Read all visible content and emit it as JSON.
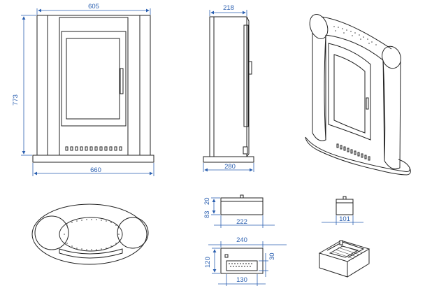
{
  "colors": {
    "dimension": "#2a5fb0",
    "outline": "#222222",
    "background": "#ffffff"
  },
  "dimensions": {
    "front_width_top": "605",
    "front_height": "773",
    "front_base_width": "660",
    "side_depth_top": "218",
    "side_base_depth": "280",
    "burner_height_a": "83",
    "burner_height_b": "20",
    "burner_width": "222",
    "burner_end_width": "101",
    "burner_top_width": "240",
    "burner_top_height": "120",
    "burner_slot_width": "130",
    "burner_slot_height": "30"
  },
  "views": [
    "front-view",
    "side-view",
    "isometric-view",
    "top-view",
    "burner-side-view",
    "burner-end-view",
    "burner-top-view",
    "burner-isometric-view"
  ]
}
